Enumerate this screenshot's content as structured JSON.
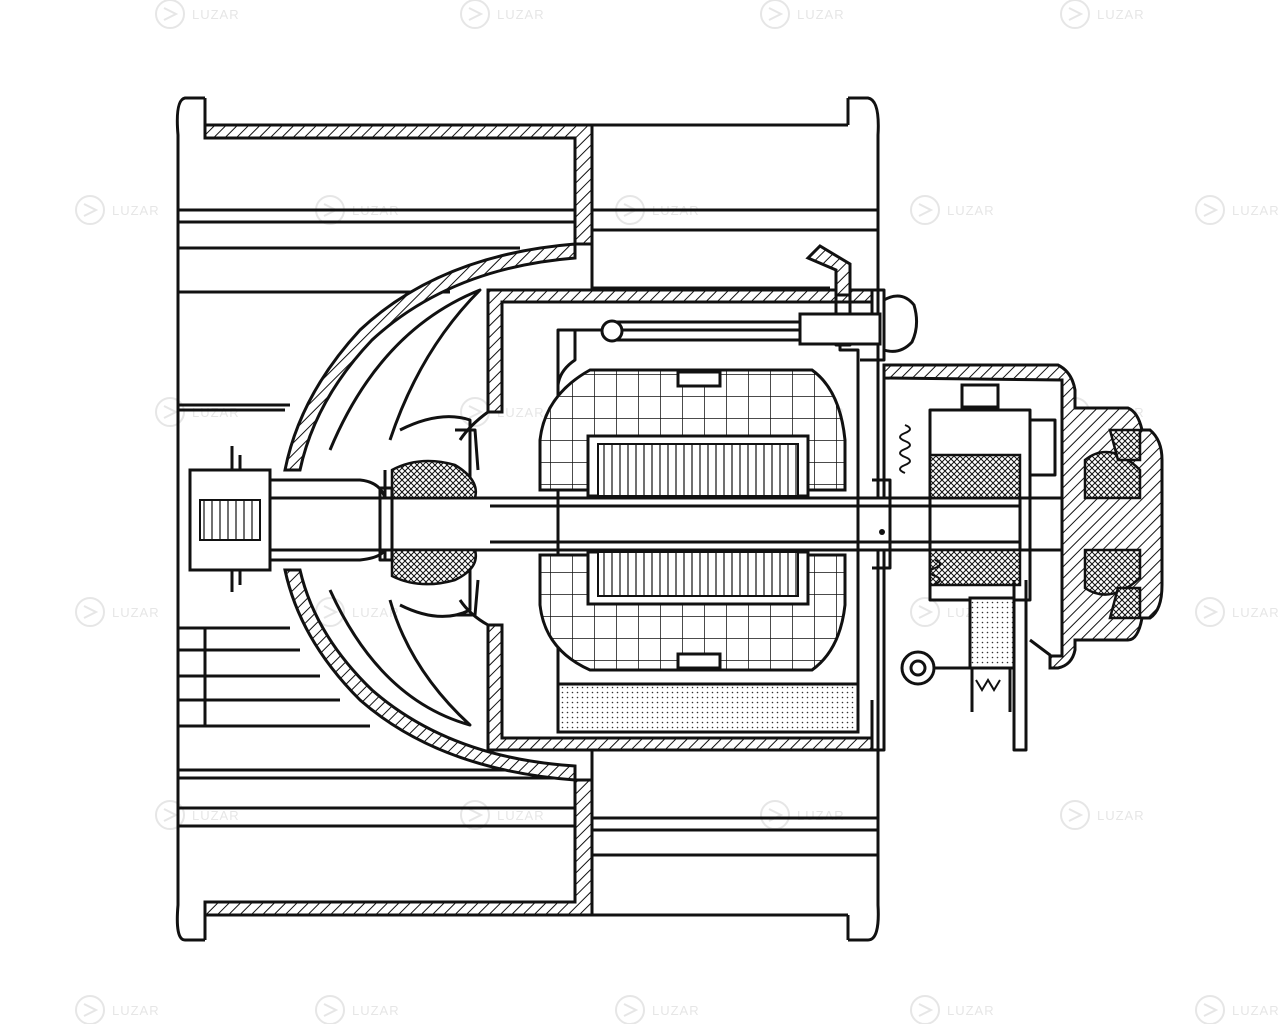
{
  "watermark": {
    "brand_text": "LUZAR",
    "logo_icon": "luzar-logo-icon",
    "color": "#e6e6e6"
  },
  "drawing": {
    "line_color": "#111111",
    "background": "#ffffff",
    "parts": [
      "fan-wheel-housing",
      "impeller-hub",
      "motor-housing",
      "armature",
      "stator-winding",
      "shaft",
      "front-bearing",
      "rear-bearing",
      "brush-holder",
      "end-cap",
      "mounting-bracket",
      "clamp-screw"
    ]
  }
}
